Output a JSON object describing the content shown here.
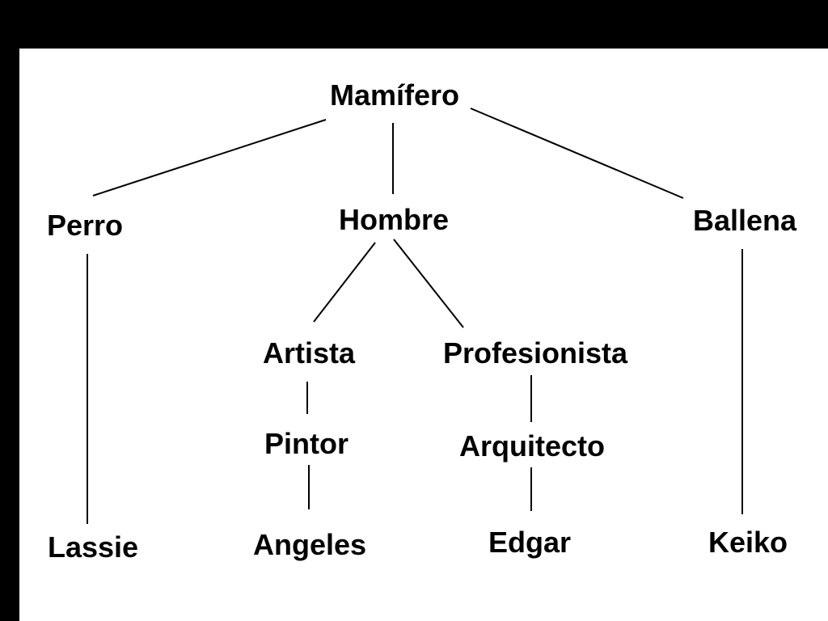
{
  "colors": {
    "background": "#000000",
    "panel": "#ffffff",
    "text": "#000000",
    "edge": "#000000"
  },
  "tree": {
    "nodes": {
      "root": "Mamífero",
      "perro": "Perro",
      "hombre": "Hombre",
      "ballena": "Ballena",
      "artista": "Artista",
      "profesionista": "Profesionista",
      "pintor": "Pintor",
      "arquitecto": "Arquitecto",
      "lassie": "Lassie",
      "angeles": "Angeles",
      "edgar": "Edgar",
      "keiko": "Keiko"
    },
    "edges": [
      [
        "root",
        "perro"
      ],
      [
        "root",
        "hombre"
      ],
      [
        "root",
        "ballena"
      ],
      [
        "perro",
        "lassie"
      ],
      [
        "hombre",
        "artista"
      ],
      [
        "hombre",
        "profesionista"
      ],
      [
        "artista",
        "pintor"
      ],
      [
        "pintor",
        "angeles"
      ],
      [
        "profesionista",
        "arquitecto"
      ],
      [
        "arquitecto",
        "edgar"
      ],
      [
        "ballena",
        "keiko"
      ]
    ]
  }
}
